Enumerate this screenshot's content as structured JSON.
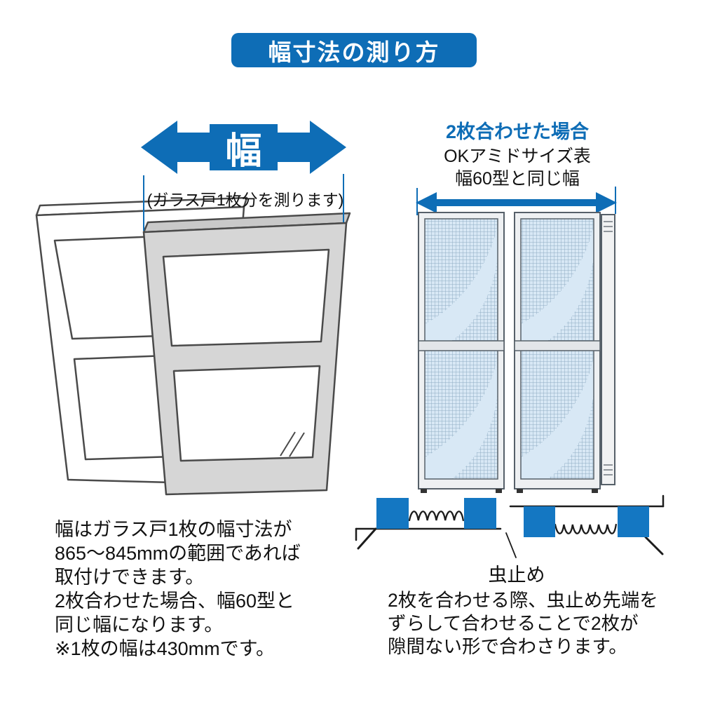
{
  "title": "幅寸法の測り方",
  "colors": {
    "accent": "#0e6db6",
    "block_blue": "#1477c2",
    "screen_blue": "#d8e8f5",
    "mesh_line": "#8fadc4",
    "door_gray": "#d6d6d6",
    "outline": "#4a4a4a"
  },
  "left_figure": {
    "width_label": "幅",
    "note": "(ガラス戸1枚分を測ります)",
    "description": "幅はガラス戸1枚の幅寸法が\n865〜845mmの範囲であれば\n取付けできます。\n2枚合わせた場合、幅60型と\n同じ幅になります。\n※1枚の幅は430mmです。"
  },
  "right_figure": {
    "heading": "2枚合わせた場合",
    "subheading_line1": "OKアミドサイズ表",
    "subheading_line2": "幅60型と同じ幅",
    "bug_stopper_label": "虫止め",
    "description": "2枚を合わせる際、虫止め先端を\nずらして合わせることで2枚が\n隙間ない形で合わさります。"
  }
}
